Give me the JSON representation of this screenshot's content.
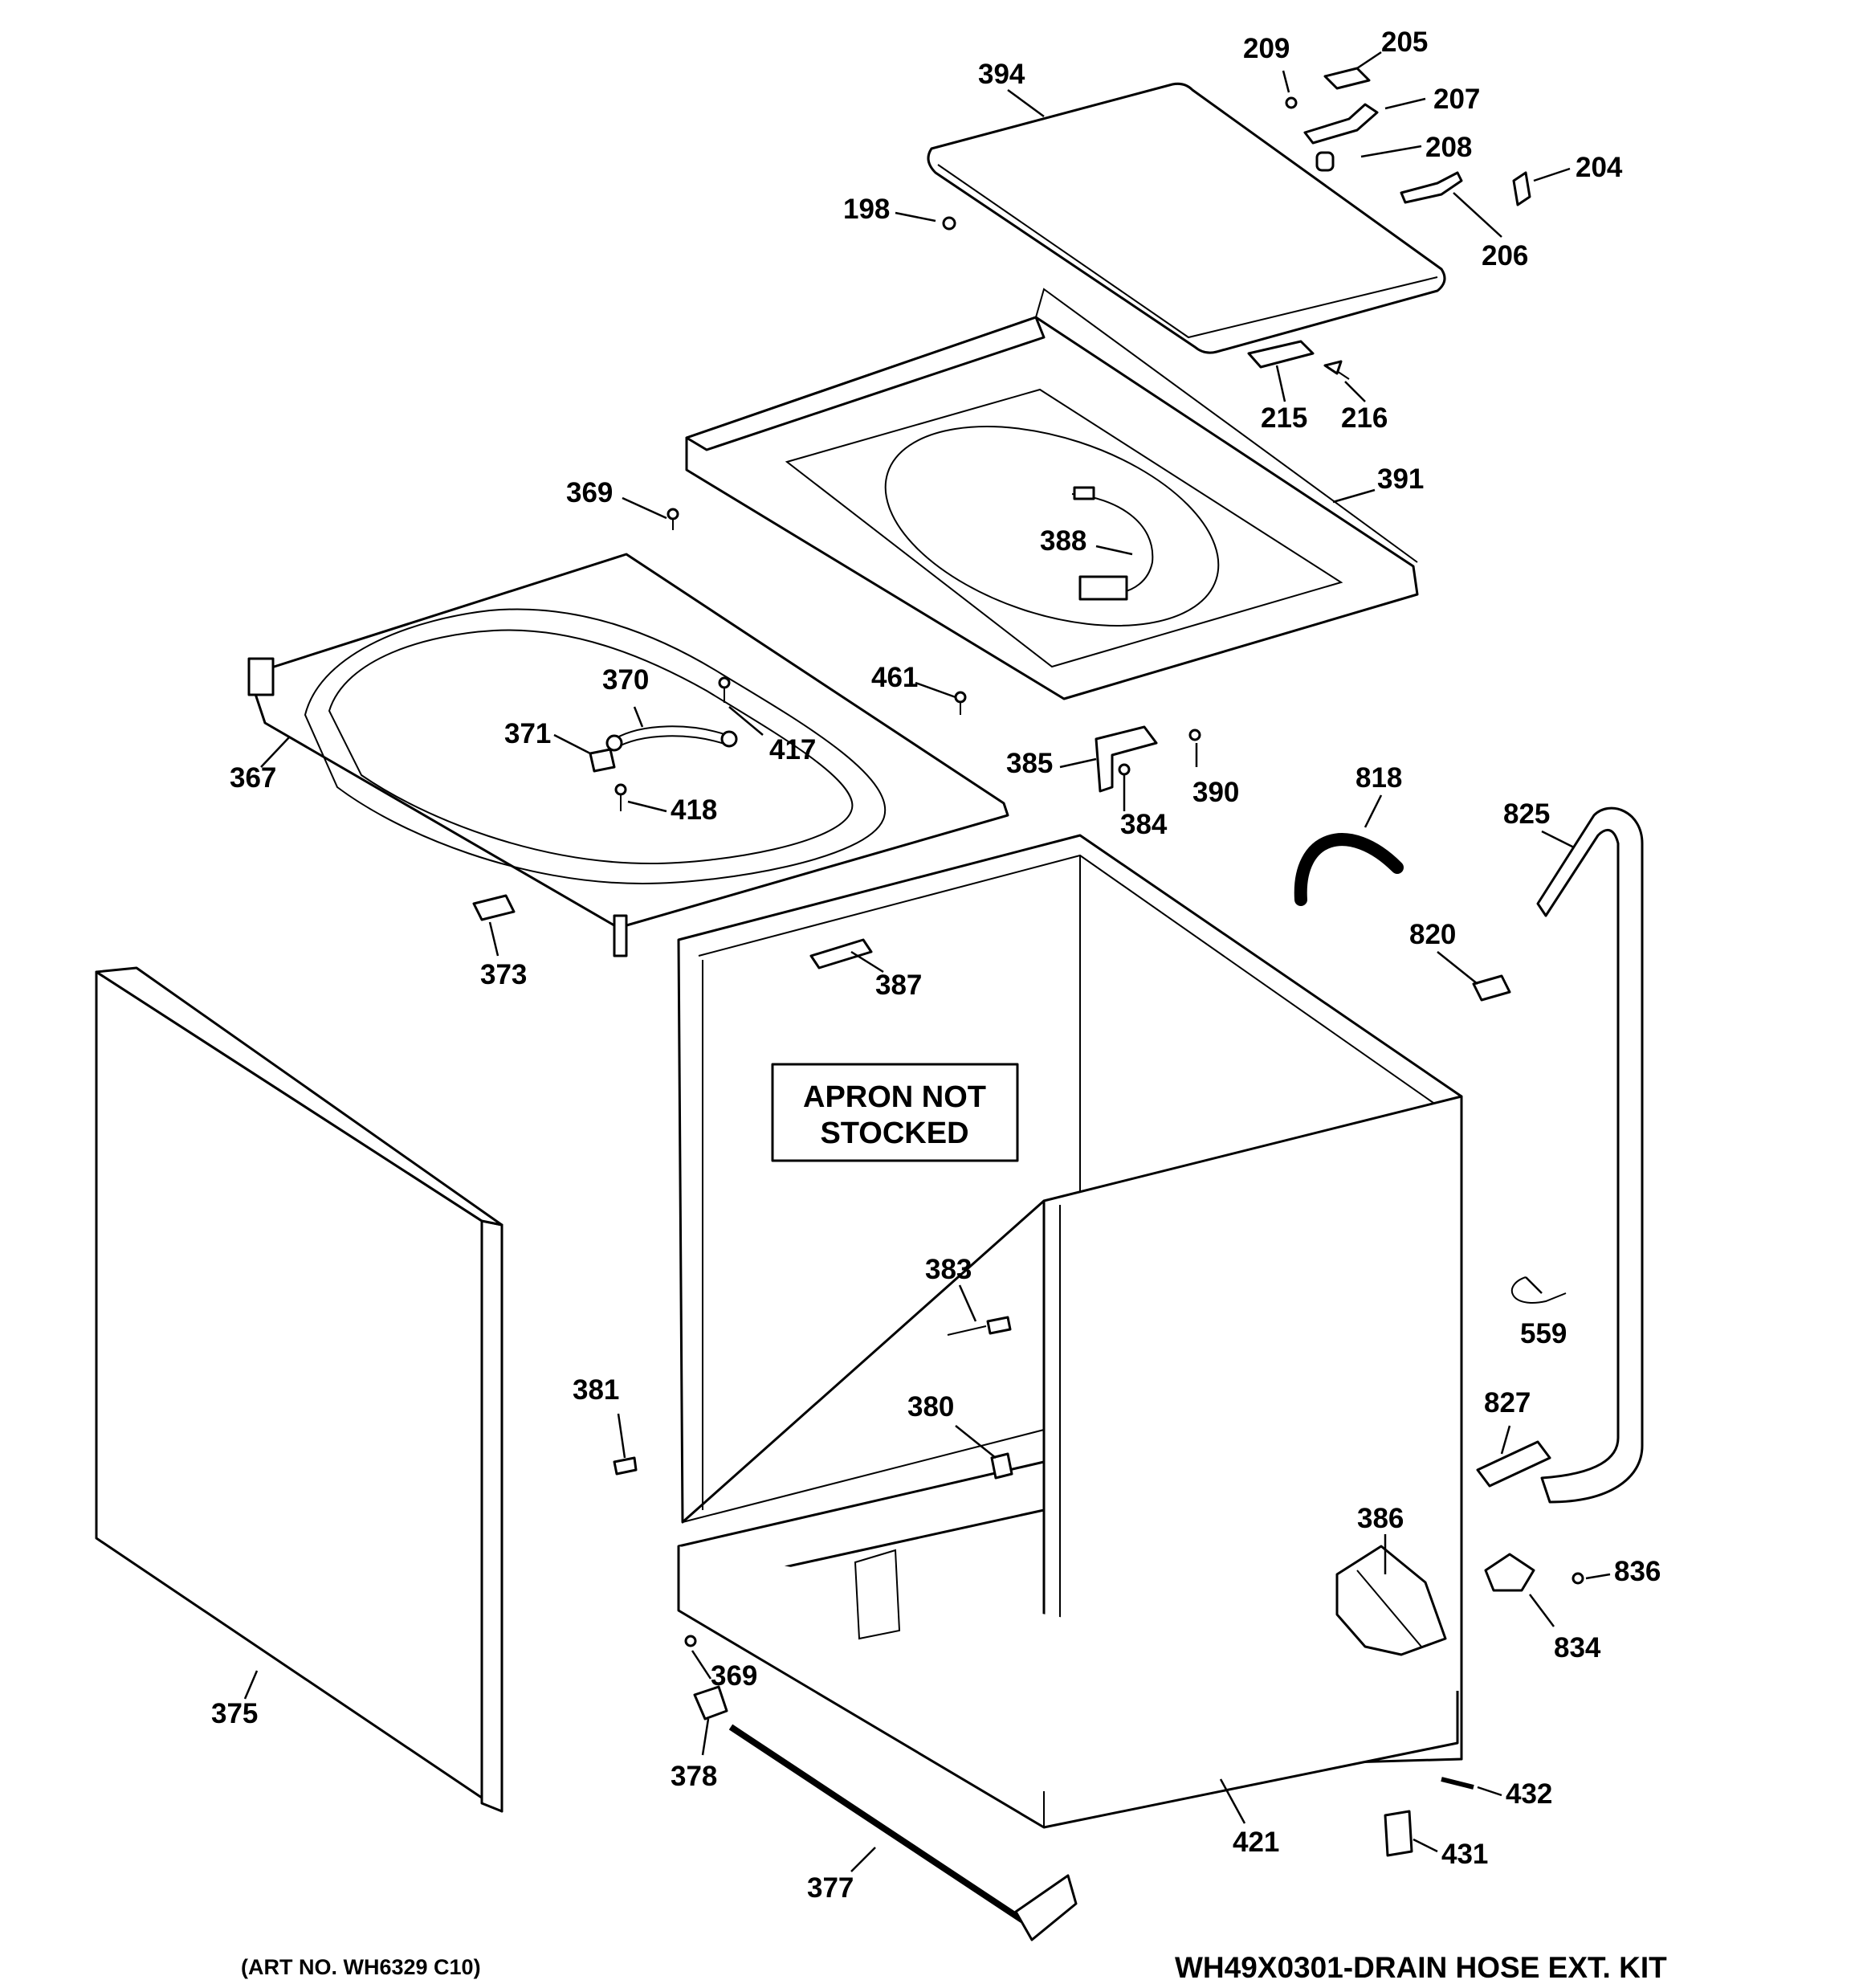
{
  "callouts": [
    {
      "id": "394",
      "text": "394"
    },
    {
      "id": "209",
      "text": "209"
    },
    {
      "id": "205",
      "text": "205"
    },
    {
      "id": "207",
      "text": "207"
    },
    {
      "id": "208",
      "text": "208"
    },
    {
      "id": "204",
      "text": "204"
    },
    {
      "id": "198",
      "text": "198"
    },
    {
      "id": "206",
      "text": "206"
    },
    {
      "id": "215",
      "text": "215"
    },
    {
      "id": "216",
      "text": "216"
    },
    {
      "id": "391",
      "text": "391"
    },
    {
      "id": "369a",
      "text": "369"
    },
    {
      "id": "388",
      "text": "388"
    },
    {
      "id": "370",
      "text": "370"
    },
    {
      "id": "461",
      "text": "461"
    },
    {
      "id": "371",
      "text": "371"
    },
    {
      "id": "417",
      "text": "417"
    },
    {
      "id": "367",
      "text": "367"
    },
    {
      "id": "418",
      "text": "418"
    },
    {
      "id": "385",
      "text": "385"
    },
    {
      "id": "390",
      "text": "390"
    },
    {
      "id": "384",
      "text": "384"
    },
    {
      "id": "818",
      "text": "818"
    },
    {
      "id": "825",
      "text": "825"
    },
    {
      "id": "373",
      "text": "373"
    },
    {
      "id": "387",
      "text": "387"
    },
    {
      "id": "820",
      "text": "820"
    },
    {
      "id": "383",
      "text": "383"
    },
    {
      "id": "559",
      "text": "559"
    },
    {
      "id": "381",
      "text": "381"
    },
    {
      "id": "380",
      "text": "380"
    },
    {
      "id": "827",
      "text": "827"
    },
    {
      "id": "386",
      "text": "386"
    },
    {
      "id": "836",
      "text": "836"
    },
    {
      "id": "834",
      "text": "834"
    },
    {
      "id": "369b",
      "text": "369"
    },
    {
      "id": "375",
      "text": "375"
    },
    {
      "id": "378",
      "text": "378"
    },
    {
      "id": "432",
      "text": "432"
    },
    {
      "id": "431",
      "text": "431"
    },
    {
      "id": "421",
      "text": "421"
    },
    {
      "id": "377",
      "text": "377"
    }
  ],
  "notice": {
    "line1": "APRON NOT",
    "line2": "STOCKED"
  },
  "footer": {
    "art_no": "(ART NO. WH6329 C10)",
    "kit": "WH49X0301-DRAIN HOSE EXT. KIT"
  }
}
